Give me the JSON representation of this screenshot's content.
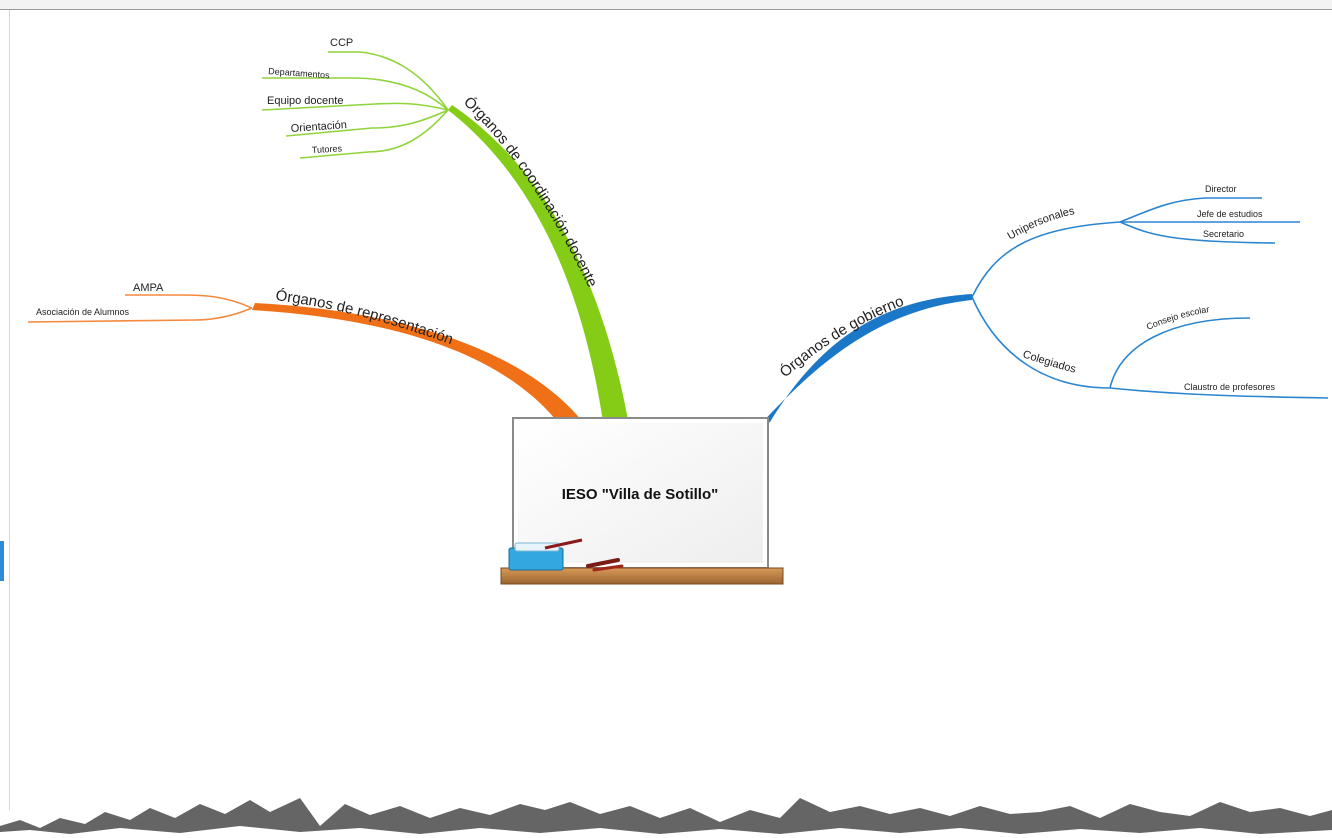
{
  "map": {
    "center": {
      "title": "IESO \"Villa de Sotillo\""
    },
    "branches": {
      "coordinacion": {
        "label": "Órganos de coordinación docente",
        "color": "#84cc16",
        "children": [
          "CCP",
          "Departamentos",
          "Equipo docente",
          "Orientación",
          "Tutores"
        ]
      },
      "representacion": {
        "label": "Órganos de representación",
        "color": "#f07018",
        "children": [
          "AMPA",
          "Asociación de Alumnos"
        ]
      },
      "gobierno": {
        "label": "Órganos de gobierno",
        "color": "#1b78c8",
        "unipersonales": {
          "label": "Unipersonales",
          "children": [
            "Director",
            "Jefe de estudios",
            "Secretario"
          ]
        },
        "colegiados": {
          "label": "Colegiados",
          "children": [
            "Consejo escolar",
            "Claustro de profesores"
          ]
        }
      }
    }
  }
}
